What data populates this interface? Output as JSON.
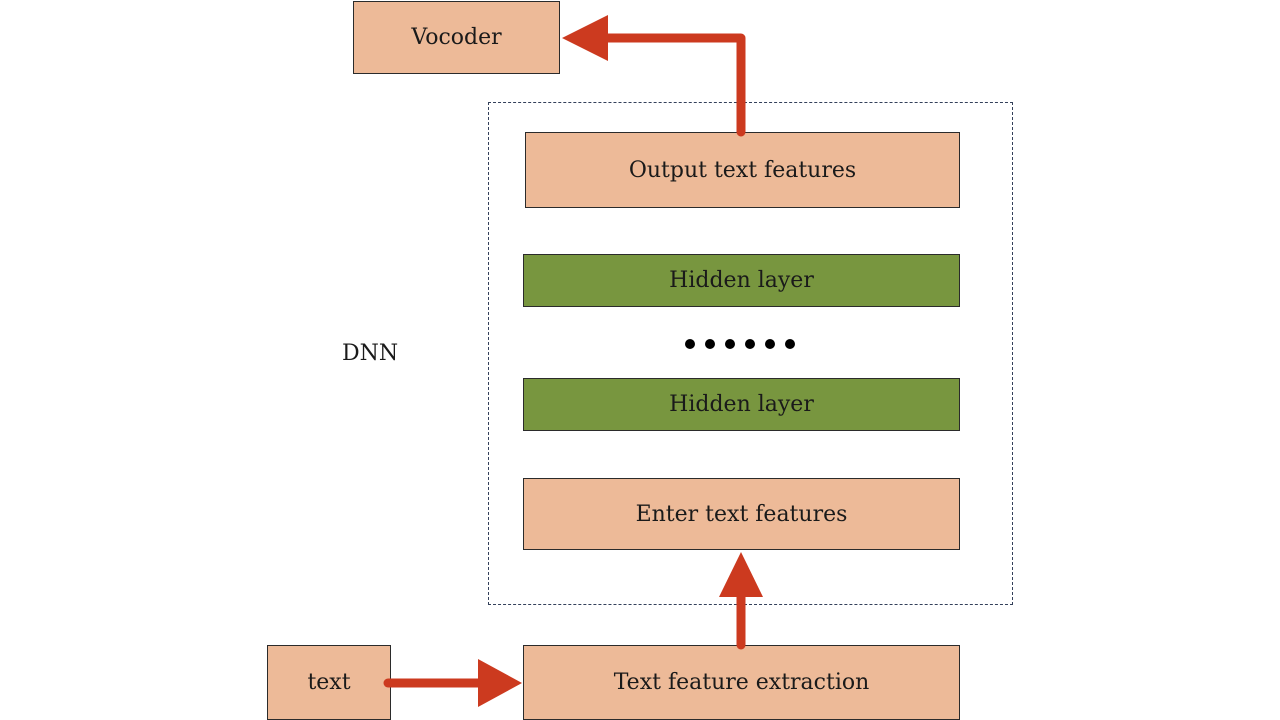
{
  "nodes": {
    "vocoder": "Vocoder",
    "output_features": "Output text features",
    "hidden_layer_top": "Hidden layer",
    "ellipsis": "••••••",
    "hidden_layer_bottom": "Hidden layer",
    "enter_features": "Enter text features",
    "extraction": "Text feature extraction",
    "text": "text"
  },
  "group_label": "DNN",
  "colors": {
    "peach_box": "#edba98",
    "green_box": "#78963f",
    "arrow": "#cc3a1f",
    "dashed_frame": "#33405a"
  },
  "icons": {
    "arrow": "arrow-icon",
    "dot": "dot-icon"
  }
}
